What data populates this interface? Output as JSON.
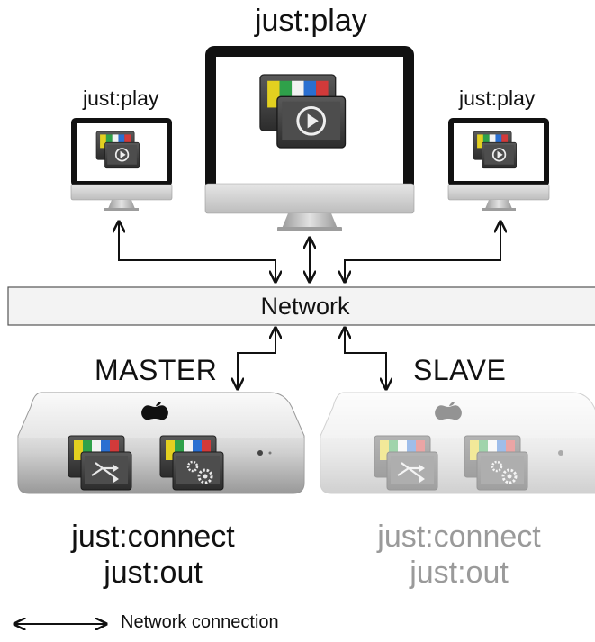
{
  "diagram": {
    "displays": {
      "left_label": "just:play",
      "center_label": "just:play",
      "right_label": "just:play"
    },
    "network_label": "Network",
    "master": {
      "role_label": "MASTER",
      "app_line1": "just:connect",
      "app_line2": "just:out"
    },
    "slave": {
      "role_label": "SLAVE",
      "app_line1": "just:connect",
      "app_line2": "just:out"
    },
    "legend": {
      "label": "Network connection"
    },
    "colors": {
      "network_bar_fill": "#f3f3f3",
      "network_bar_stroke": "#555555",
      "monitor_bezel": "#111111",
      "monitor_chin": "#cfcfcf",
      "screen": "#ffffff",
      "slave_text": "#9a9a9a",
      "app_tile_dark": "#3a3a3a",
      "app_stripe_yellow": "#e3d020",
      "app_stripe_green": "#2fa14a",
      "app_stripe_blue": "#2a6fd1",
      "app_stripe_red": "#d23a3a"
    },
    "icons": {
      "display_app": "play-icon",
      "connect_app": "share-arrows-icon",
      "out_app": "gears-icon",
      "computer_logo": "apple-logo-icon"
    }
  }
}
